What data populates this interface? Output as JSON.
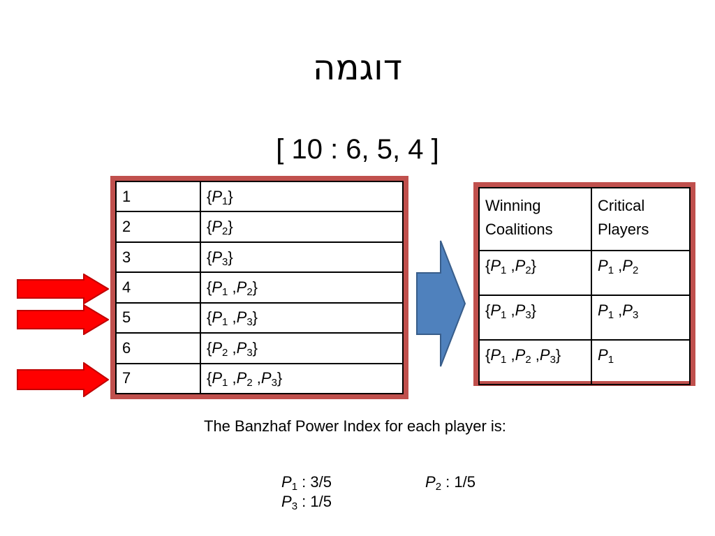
{
  "title": "דוגמה",
  "quota": "[ 10 : 6, 5, 4 ]",
  "left_table": {
    "rows": [
      {
        "num": "1",
        "set": "{P1}"
      },
      {
        "num": "2",
        "set": "{P2}"
      },
      {
        "num": "3",
        "set": "{P3}"
      },
      {
        "num": "4",
        "set": "{P1 ,P2}"
      },
      {
        "num": "5",
        "set": "{P1 ,P3}"
      },
      {
        "num": "6",
        "set": "{P2 ,P3}"
      },
      {
        "num": "7",
        "set": "{P1 ,P2 ,P3}"
      }
    ],
    "marked_rows": [
      "4",
      "5",
      "7"
    ]
  },
  "right_table": {
    "headers": [
      "Winning Coalitions",
      "Critical Players"
    ],
    "rows": [
      {
        "coalition": "{P1 ,P2}",
        "critical": "P1 ,P2"
      },
      {
        "coalition": "{P1 ,P3}",
        "critical": "P1 ,P3"
      },
      {
        "coalition": "{P1 ,P2 ,P3}",
        "critical": "P1"
      }
    ]
  },
  "banzhaf": {
    "text": "The Banzhaf Power Index for each player is:",
    "values": [
      {
        "player": "P1",
        "value": ": 3/5"
      },
      {
        "player": "P2",
        "value": ": 1/5"
      },
      {
        "player": "P3",
        "value": ": 1/5"
      }
    ]
  },
  "colors": {
    "frame": "#c0504d",
    "red_arrow": "#ff0000",
    "blue_arrow": "#4f81bd",
    "blue_arrow_stroke": "#385d8a"
  }
}
